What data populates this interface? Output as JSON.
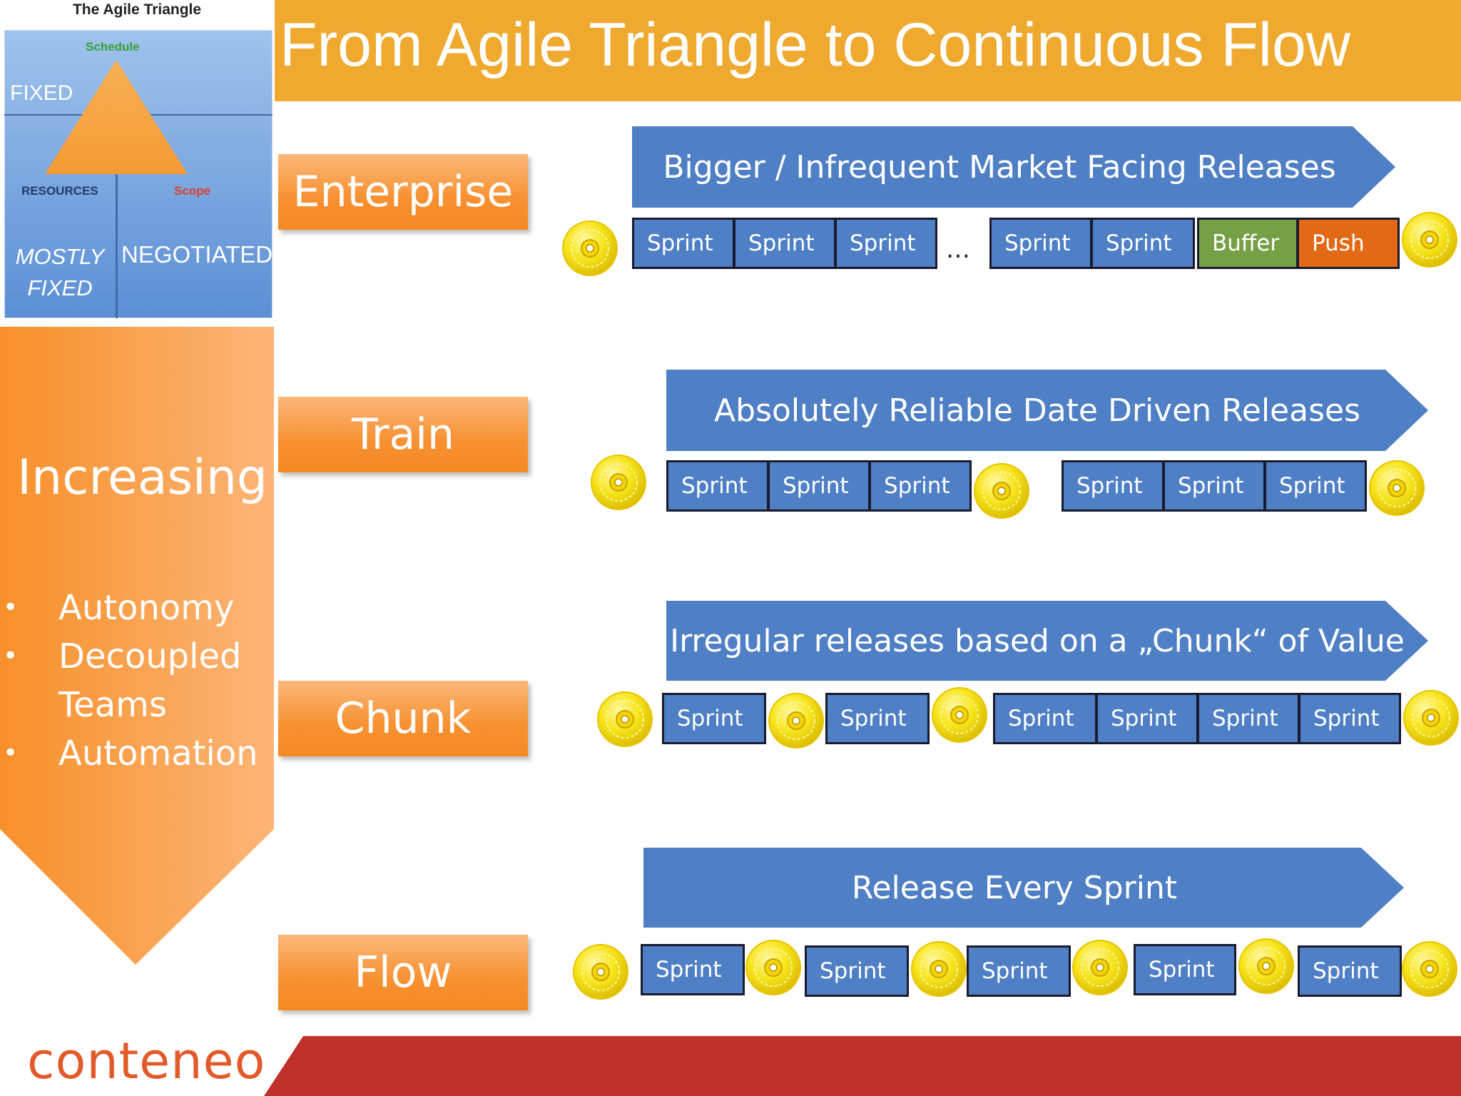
{
  "title": "From Agile Triangle to Continuous Flow",
  "colors": {
    "title_bar": "#efa92f",
    "level_orange": "#f79030",
    "banner_blue": "#4f7fc4",
    "sprint_blue": "#4f7fc4",
    "buffer_green": "#76a046",
    "push_orange": "#e26a17",
    "footer_red": "#c0302a"
  },
  "triangle": {
    "heading": "The Agile Triangle",
    "schedule": "Schedule",
    "fixed": "FIXED",
    "resources": "RESOURCES",
    "scope": "Scope",
    "mostly_fixed": "MOSTLY FIXED",
    "negotiated": "NEGOTIATED"
  },
  "increasing": {
    "title": "Increasing",
    "items": [
      "Autonomy",
      "Decoupled Teams",
      "Automation"
    ]
  },
  "levels": [
    "Enterprise",
    "Train",
    "Chunk",
    "Flow"
  ],
  "rows": [
    {
      "banner": "Bigger / Infrequent Market Facing Releases",
      "boxes": [
        "Sprint",
        "Sprint",
        "Sprint",
        "Sprint",
        "Sprint",
        "Buffer",
        "Push"
      ],
      "ellipsis": "…"
    },
    {
      "banner": "Absolutely Reliable Date Driven Releases",
      "boxes": [
        "Sprint",
        "Sprint",
        "Sprint",
        "Sprint",
        "Sprint",
        "Sprint"
      ]
    },
    {
      "banner": "Irregular releases based on a „Chunk“ of Value",
      "boxes": [
        "Sprint",
        "Sprint",
        "Sprint",
        "Sprint",
        "Sprint",
        "Sprint"
      ]
    },
    {
      "banner": "Release Every Sprint",
      "boxes": [
        "Sprint",
        "Sprint",
        "Sprint",
        "Sprint",
        "Sprint"
      ]
    }
  ],
  "release_icon": "cd-icon",
  "footer": {
    "logo": "conteneo"
  }
}
